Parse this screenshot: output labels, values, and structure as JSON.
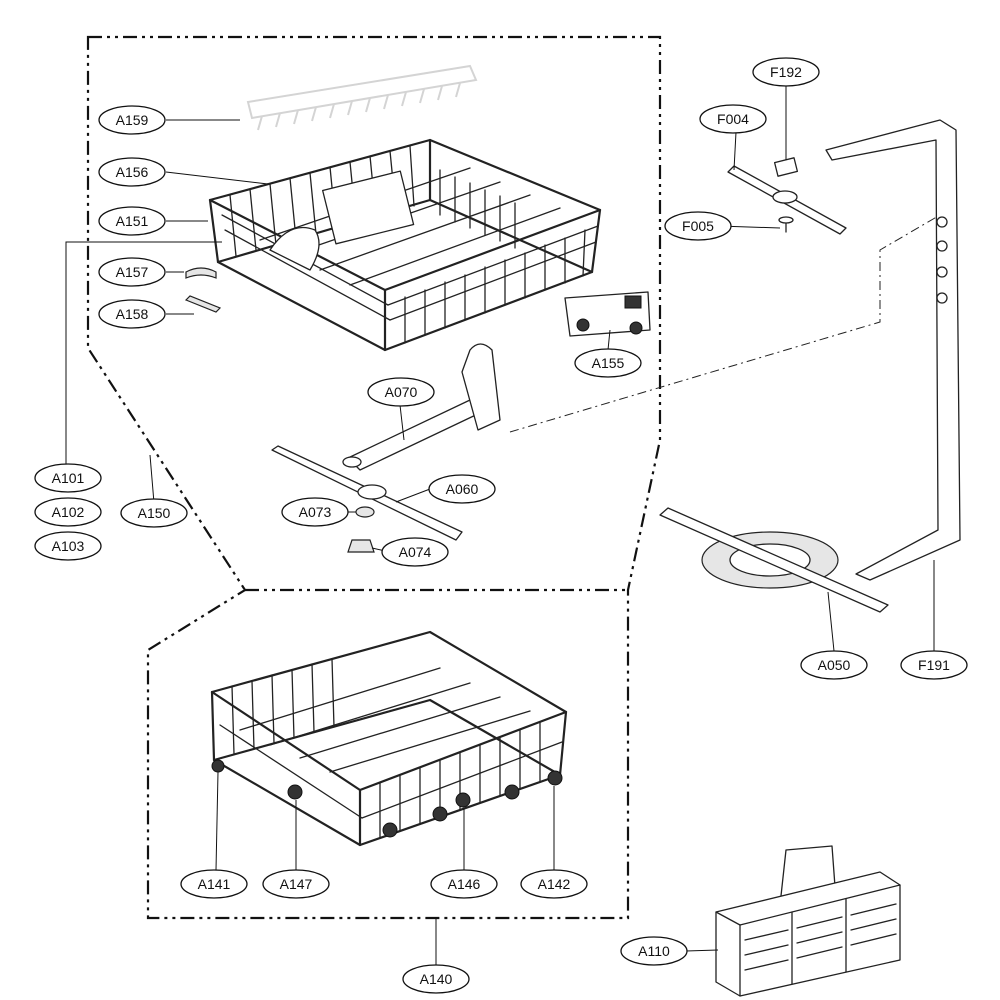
{
  "diagram": {
    "callouts": [
      {
        "id": "a159",
        "label": "A159"
      },
      {
        "id": "a156",
        "label": "A156"
      },
      {
        "id": "a151",
        "label": "A151"
      },
      {
        "id": "a157",
        "label": "A157"
      },
      {
        "id": "a158",
        "label": "A158"
      },
      {
        "id": "a155",
        "label": "A155"
      },
      {
        "id": "a070",
        "label": "A070"
      },
      {
        "id": "a101",
        "label": "A101"
      },
      {
        "id": "a102",
        "label": "A102"
      },
      {
        "id": "a103",
        "label": "A103"
      },
      {
        "id": "a150",
        "label": "A150"
      },
      {
        "id": "a060",
        "label": "A060"
      },
      {
        "id": "a073",
        "label": "A073"
      },
      {
        "id": "a074",
        "label": "A074"
      },
      {
        "id": "f192",
        "label": "F192"
      },
      {
        "id": "f004",
        "label": "F004"
      },
      {
        "id": "f005",
        "label": "F005"
      },
      {
        "id": "a050",
        "label": "A050"
      },
      {
        "id": "f191",
        "label": "F191"
      },
      {
        "id": "a141",
        "label": "A141"
      },
      {
        "id": "a147",
        "label": "A147"
      },
      {
        "id": "a146",
        "label": "A146"
      },
      {
        "id": "a142",
        "label": "A142"
      },
      {
        "id": "a140",
        "label": "A140"
      },
      {
        "id": "a110",
        "label": "A110"
      }
    ]
  }
}
